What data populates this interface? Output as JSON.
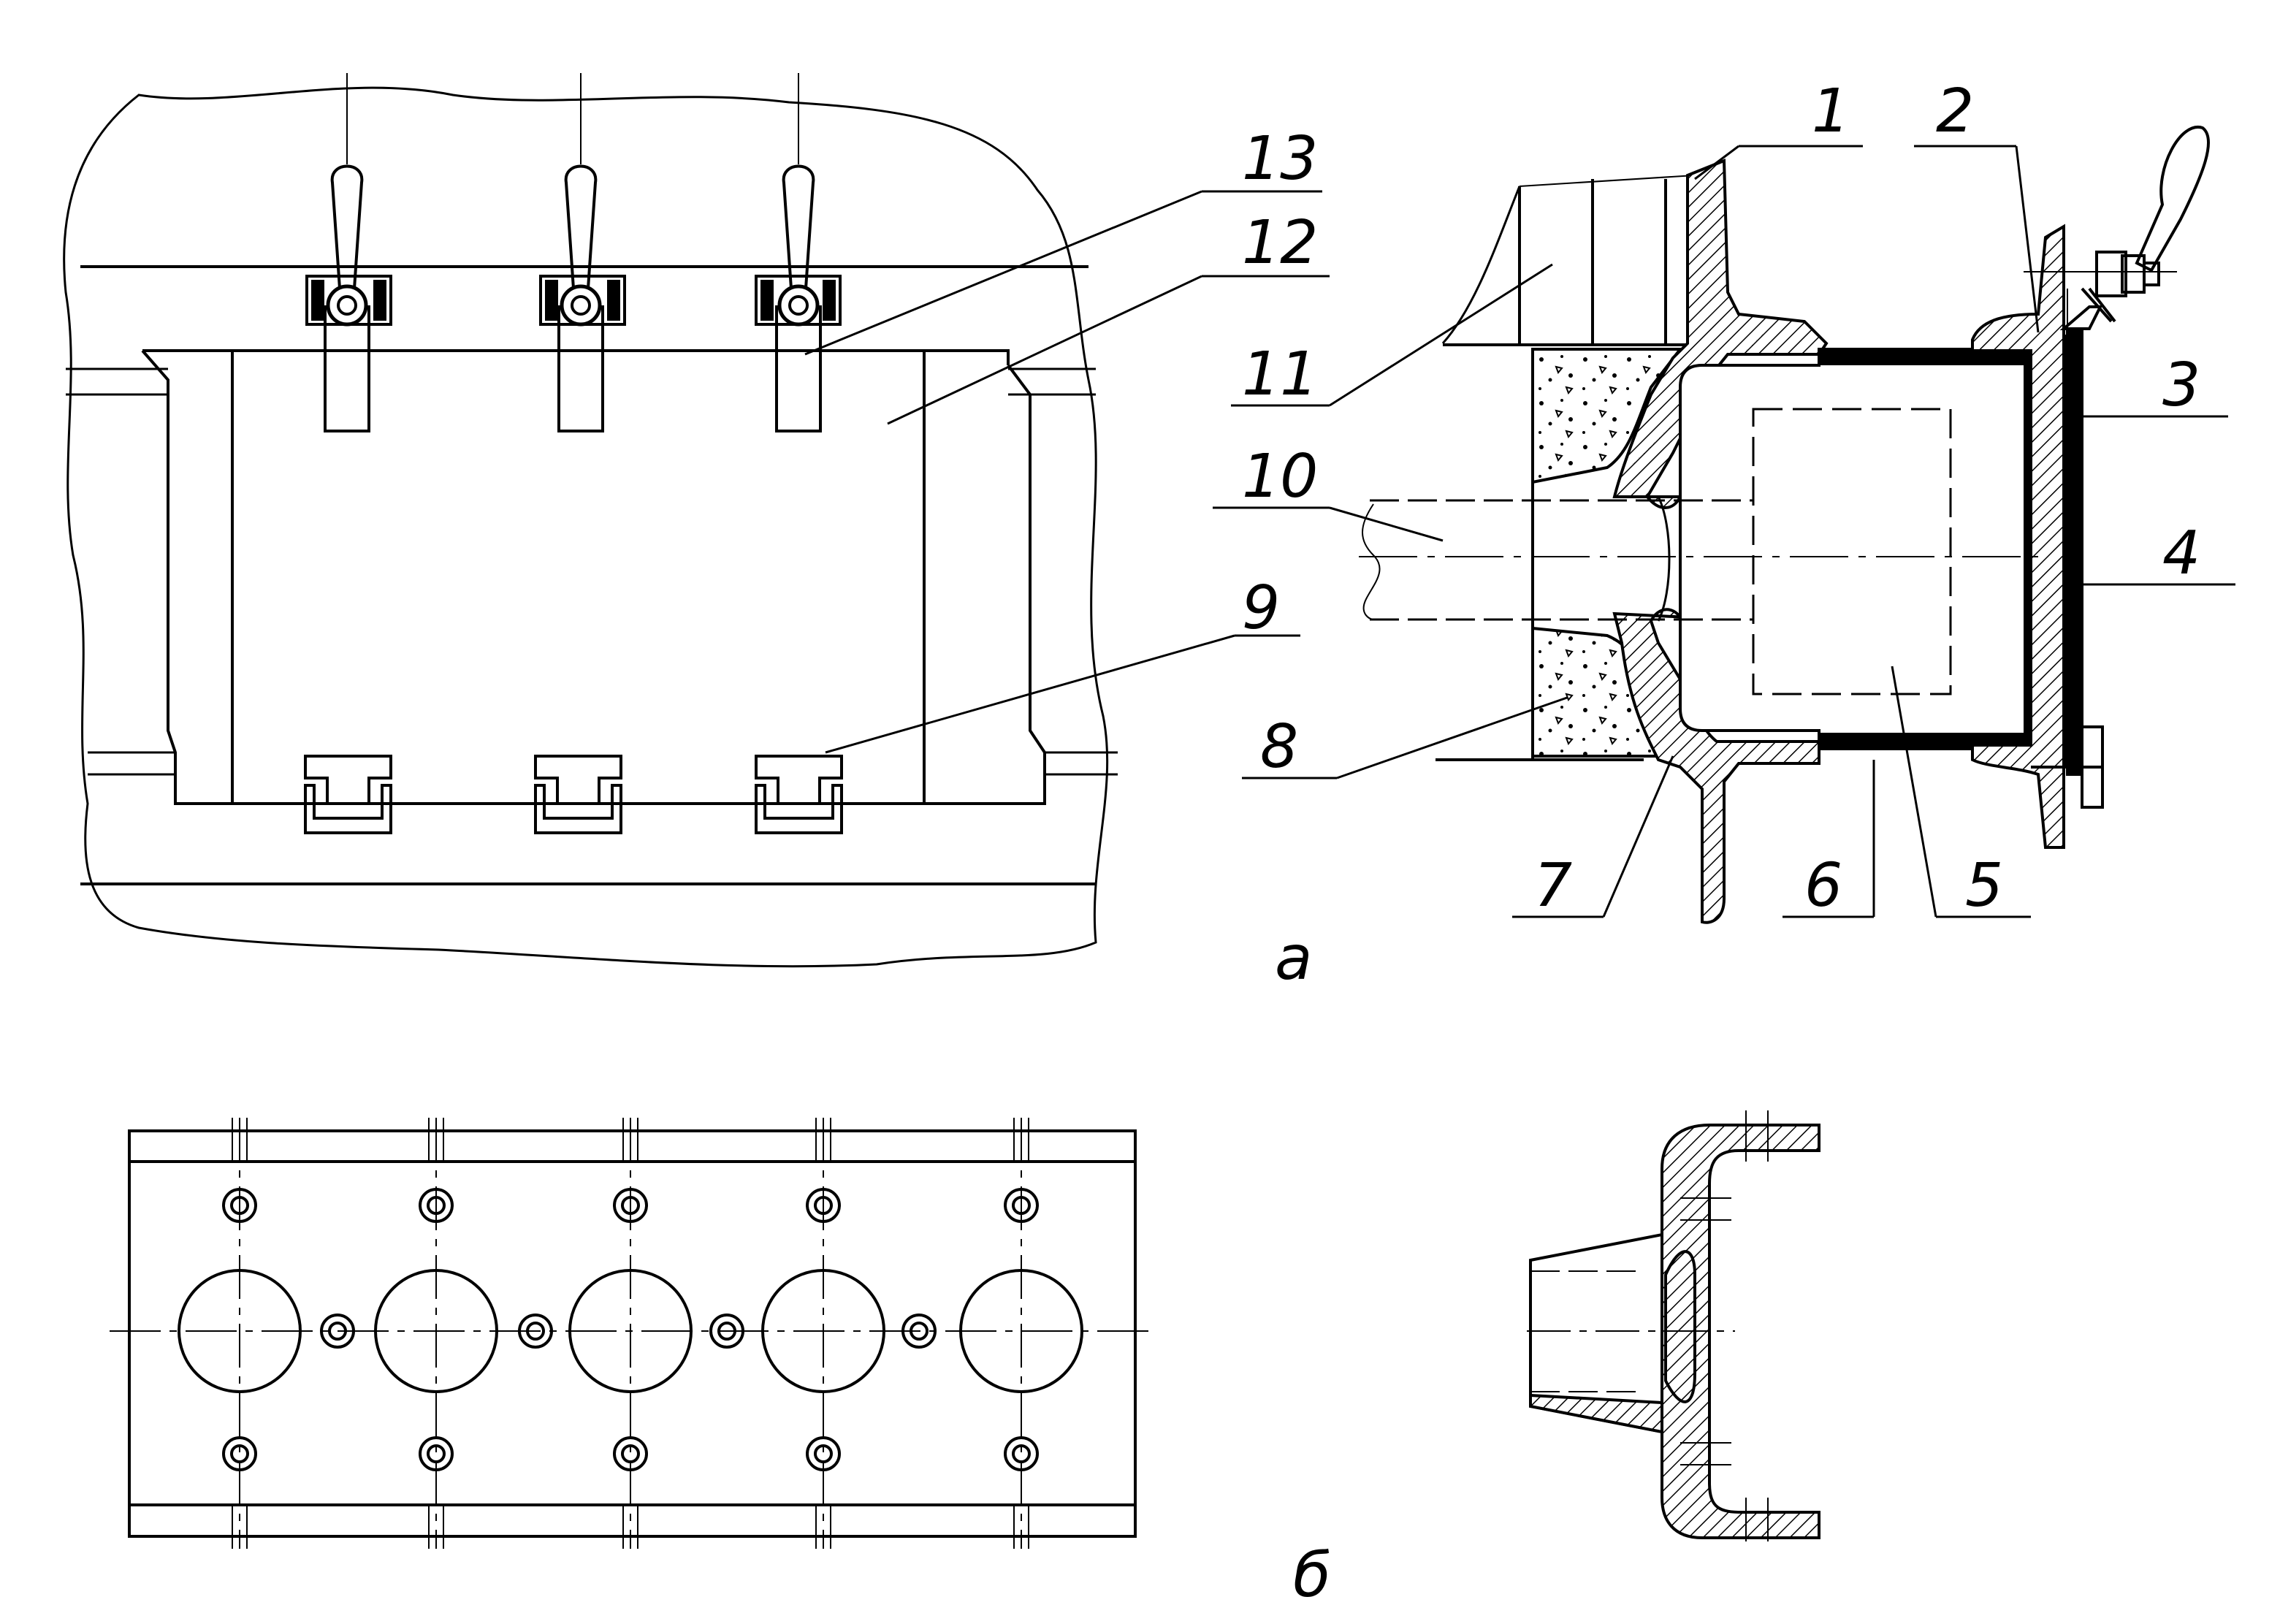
{
  "figure": {
    "view_a_label": "а",
    "view_b_label": "б",
    "callouts": {
      "c1": "1",
      "c2": "2",
      "c3": "3",
      "c4": "4",
      "c5": "5",
      "c6": "6",
      "c7": "7",
      "c8": "8",
      "c9": "9",
      "c10": "10",
      "c11": "11",
      "c12": "12",
      "c13": "13"
    },
    "colors": {
      "line": "#000000",
      "background": "#ffffff",
      "seal_fill": "#000000"
    }
  }
}
